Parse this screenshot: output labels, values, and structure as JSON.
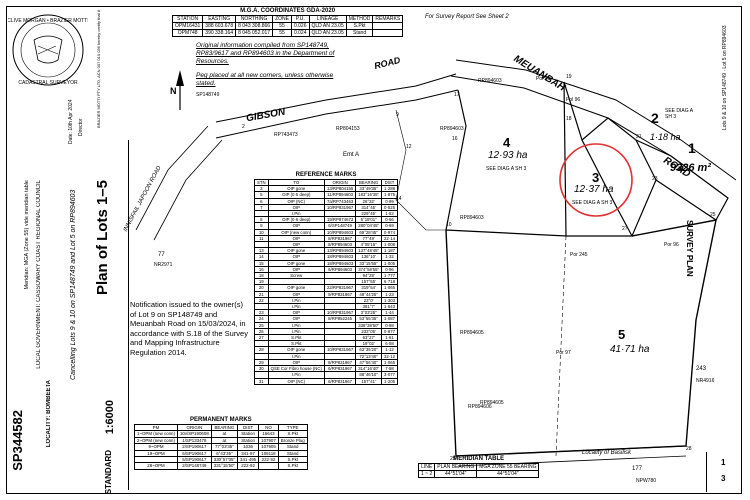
{
  "mga": {
    "title": "M.G.A. COORDINATES GDA-2020",
    "headers": [
      "STATION",
      "EASTING",
      "NORTHING",
      "ZONE",
      "P.U.",
      "LINEAGE",
      "METHOD",
      "REMARKS"
    ],
    "rows": [
      [
        "OPM16431",
        "388 603.678",
        "8 043 308.866",
        "55",
        "0.026",
        "QLD AN 23.05",
        "S.Pkt",
        ""
      ],
      [
        "OPM748",
        "390 338.164",
        "8 045 052.017",
        "55",
        "0.024",
        "QLD AN 23.05",
        "Stand",
        ""
      ]
    ]
  },
  "notes": {
    "survey_report": "For Survey Report See Sheet 2",
    "original_info": "Original information compiled from SP148749, RP83/9617 and RP894603 in the Department of Resources.",
    "peg_placed": "Peg placed at all new corners, unless otherwise stated."
  },
  "notification": "Notification issued to the owner(s) of Lot 9 on SP148749 and Meuanbah Road on 15/03/2024, in accordance with S.18 of the Survey and Mapping Infrastructure Regulation 2014.",
  "reference_marks": {
    "title": "REFERENCE MARKS",
    "headers": [
      "STN",
      "TO",
      "ORIGIN",
      "BEARING",
      "DIST"
    ],
    "rows": [
      [
        "3",
        "OIP gone",
        "13/RP804155",
        "33°49'35\"",
        "1·288"
      ],
      [
        "5",
        "OIP (0·5 deep)",
        "11/RP894603",
        "183°16'35\"",
        "1·875"
      ],
      [
        "6",
        "OIP (NC)",
        "7a/RP743463",
        "26°32'",
        "0·99"
      ],
      [
        "7",
        "OIP",
        "10/RP831967",
        "314°45'",
        "0·525"
      ],
      [
        "",
        "I.Pin",
        "",
        "229°45'",
        "1·52"
      ],
      [
        "8",
        "OIP (0·6 deep)",
        "19/RP974673",
        "5°18'01\"",
        "0·66"
      ],
      [
        "9",
        "OIP",
        "6/SP148749",
        "280°04'45\"",
        "0·69"
      ],
      [
        "10",
        "OIP (new conn)",
        "10/RP894603",
        "69°28'45\"",
        "0·974"
      ],
      [
        "11",
        "OIP",
        "8/RP831967",
        "77°49'",
        "22·14"
      ],
      [
        "",
        "OIP",
        "8/RP894603",
        "4°05'15\"",
        "1·008"
      ],
      [
        "13",
        "OIP gone",
        "13/RP894603",
        "137°48'45\"",
        "1·187"
      ],
      [
        "14",
        "OIP",
        "18/RP894603",
        "136°10'",
        "1·32"
      ],
      [
        "15",
        "OIP gone",
        "18/RP894603",
        "33°15'55\"",
        "1·005"
      ],
      [
        "16",
        "OIP",
        "6/RP894603",
        "374°58'55\"",
        "0·96"
      ],
      [
        "18",
        "Screw",
        "",
        "94°28'",
        "1·777"
      ],
      [
        "19",
        "",
        "",
        "157°55'",
        "6·718"
      ],
      [
        "20",
        "OIP gone",
        "22/RP831967",
        "319°54'",
        "1·065"
      ],
      [
        "21",
        "OIP",
        "9/RP831967",
        "48°44'25\"",
        "1·23"
      ],
      [
        "22",
        "I.Pin",
        "",
        "23°0'",
        "1·303"
      ],
      [
        "",
        "I.Pin",
        "",
        "381°7'",
        "1·643"
      ],
      [
        "23",
        "OIP",
        "10/RP831967",
        "3°03'25\"",
        "1·44"
      ],
      [
        "24",
        "OIP",
        "8/RP852245",
        "53°55'35\"",
        "1·087"
      ],
      [
        "25",
        "I.Pin",
        "",
        "338°38'50\"",
        "0·88"
      ],
      [
        "26",
        "I.Pin",
        "",
        "233°05'",
        "0·877"
      ],
      [
        "27",
        "S.Pkt",
        "",
        "63°27'",
        "1·61"
      ],
      [
        "",
        "S.Pkt",
        "",
        "19°02'",
        "6·58"
      ],
      [
        "28",
        "OIP gone",
        "10/RP831967",
        "63°35'20\"",
        "1·12"
      ],
      [
        "",
        "I.Pin",
        "",
        "72°13'40\"",
        "32·12"
      ],
      [
        "29",
        "OIP",
        "8/RP831967",
        "47°56'40\"",
        "1·065"
      ],
      [
        "30",
        "QSE Cor Fibro house (NC)",
        "6/RP831967",
        "314°16'40\"",
        "7·98"
      ],
      [
        "",
        "I.Pin",
        "",
        "88°46'10\"",
        "3·077"
      ],
      [
        "31",
        "OIP (NC)",
        "6/RP831967",
        "157°41'",
        "1·205"
      ]
    ]
  },
  "permanent_marks": {
    "title": "PERMANENT MARKS",
    "headers": [
      "PM",
      "ORIGIN",
      "BEARING",
      "DIST",
      "NO",
      "TYPE"
    ],
    "rows": [
      [
        "1~OPM (new conn)",
        "10v/SP190608",
        "at",
        "Station",
        "16643",
        "S.Pkt"
      ],
      [
        "2~OPM (new conn)",
        "1/SP133478",
        "at",
        "Station",
        "107907",
        "Bronze Plug"
      ],
      [
        "9~OPM",
        "2/SP190617",
        "77°03'35\"",
        "1036",
        "107905",
        "Stand"
      ],
      [
        "19~OPM",
        "6/SP190617",
        "6°43'35\"",
        "341·97",
        "108118",
        "Stand"
      ],
      [
        "",
        "5/SP190617",
        "330°57'05\"",
        "341·495",
        "222·92",
        "S.Pkt"
      ],
      [
        "28~OPM",
        "2/SP148749",
        "331°15'50\"",
        "222·92",
        "",
        "S.Pkt"
      ]
    ]
  },
  "meridian": {
    "title": "MERIDIAN TABLE",
    "headers": [
      "LINE",
      "PLAN BEARING",
      "MGA ZONE 55 BEARING"
    ],
    "rows": [
      [
        "1 ~ 2",
        "44°51'04\"",
        "44°51'04\""
      ]
    ]
  },
  "titleblock": {
    "plan_title": "Plan of Lots 1–5",
    "cancelling": "Cancelling Lots 9 & 10 on SP148749 and Lot 5 on RP894603",
    "local_govt": "LOCAL GOVERNMENT: CASSOWARY COAST REGIONAL COUNCIL",
    "locality": "LOCALITY: BOMBEETA",
    "meridian_note": "Meridian: MGA (Zone 55) vide meridian table",
    "scale": "1:6000",
    "format": "STANDARD",
    "plan_no": "SP344582",
    "sheet": "1",
    "sheets_total": "3",
    "survey_plan": "SURVEY PLAN"
  },
  "map": {
    "roads": [
      "GIBSON",
      "ROAD",
      "MEUANBAH",
      "ROAD",
      "INNISFAIL JAPOON ROAD"
    ],
    "lots": [
      {
        "num": "1",
        "area": "9326 m²"
      },
      {
        "num": "2",
        "area": "1·18 ha"
      },
      {
        "num": "3",
        "area": "12·37 ha"
      },
      {
        "num": "4",
        "area": "12·93 ha"
      },
      {
        "num": "5",
        "area": "41·71 ha"
      }
    ],
    "see_diag": [
      "SEE DIAG A SH 3",
      "SEE DIAG A SH 3",
      "SEE DIAG A SH 3"
    ],
    "emt": "Emt A",
    "locality_label": "Locality of Basilisk",
    "adjoining": [
      "RP894603",
      "RP894605",
      "RP894606",
      "SP148749",
      "RP743473",
      "RP804153",
      "RP894603",
      "RP894603",
      "NR4916",
      "RP894605",
      "243",
      "177",
      "NPW780",
      "77",
      "NR2971",
      "Pol 96",
      "Pol 95",
      "Por 245",
      "Por 97",
      "Por 96"
    ],
    "north": "N"
  },
  "colors": {
    "accent_circle": "#e03030",
    "line": "#000000"
  }
}
